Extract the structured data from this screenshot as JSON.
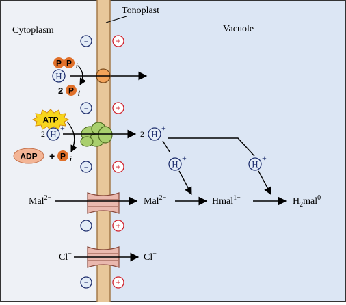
{
  "regions": {
    "cytoplasm": "Cytoplasm",
    "vacuole": "Vacuole",
    "tonoplast": "Tonoplast"
  },
  "charges": {
    "minus": "−",
    "plus": "+"
  },
  "ions": {
    "p": "P",
    "pi_sub": "i",
    "h": "H",
    "h_plus": "+",
    "two": "2",
    "atp": "ATP",
    "adp": "ADP",
    "plus_sign": "+"
  },
  "malate": {
    "cyto_base": "Mal",
    "cyto_sup": "2−",
    "vac_base": "Mal",
    "vac_sup": "2−",
    "hmal_base": "Hmal",
    "hmal_sup": "1−",
    "h2mal_h": "H",
    "h2mal_sub": "2",
    "h2mal_mal": "mal",
    "h2mal_sup": "0"
  },
  "chloride": {
    "cyto_base": "Cl",
    "cyto_sup": "−",
    "vac_base": "Cl",
    "vac_sup": "−"
  },
  "colors": {
    "cytoplasm_bg": "#eef1f6",
    "vacuole_bg": "#dce6f4",
    "membrane": "#e8c79a",
    "membrane_edge": "#a47a4a",
    "phosphate": "#e0702a",
    "atp_star": "#f7d51d",
    "adp_oval": "#f3b596",
    "atpase": "#a9cf6e",
    "transporter": "#eab8ae",
    "plus_red": "#d0202a",
    "ion_circle": "#e3ecf7"
  }
}
